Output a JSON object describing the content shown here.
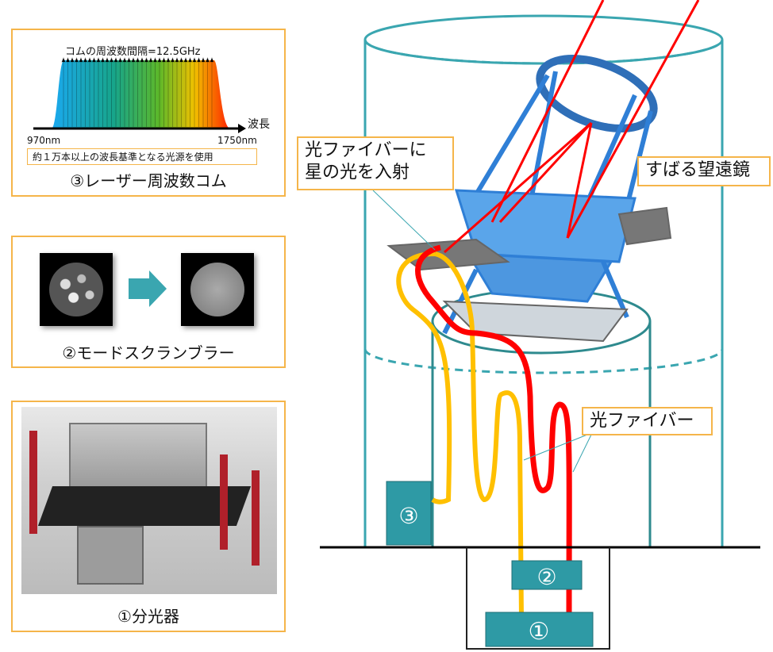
{
  "comb_panel": {
    "spacing_label": "コムの周波数間隔=12.5GHz",
    "axis_label": "波長",
    "wavelength_min": "970nm",
    "wavelength_max": "1750nm",
    "note": "約１万本以上の波長基準となる光源を使用",
    "title": "③レーザー周波数コム"
  },
  "scrambler_panel": {
    "title": "②モードスクランブラー"
  },
  "spectrograph_panel": {
    "title": "①分光器"
  },
  "diagram": {
    "fiber_input_label_line1": "光ファイバーに",
    "fiber_input_label_line2": "星の光を入射",
    "telescope_label": "すばる望遠鏡",
    "fiber_label": "光ファイバー",
    "box1": "①",
    "box2": "②",
    "box3": "③"
  },
  "colors": {
    "panel_border": "#f5b54a",
    "teal": "#2e9aa5",
    "fiber_red": "#ff0000",
    "fiber_yellow": "#ffc000",
    "telescope_blue": "#3d8fe0"
  }
}
